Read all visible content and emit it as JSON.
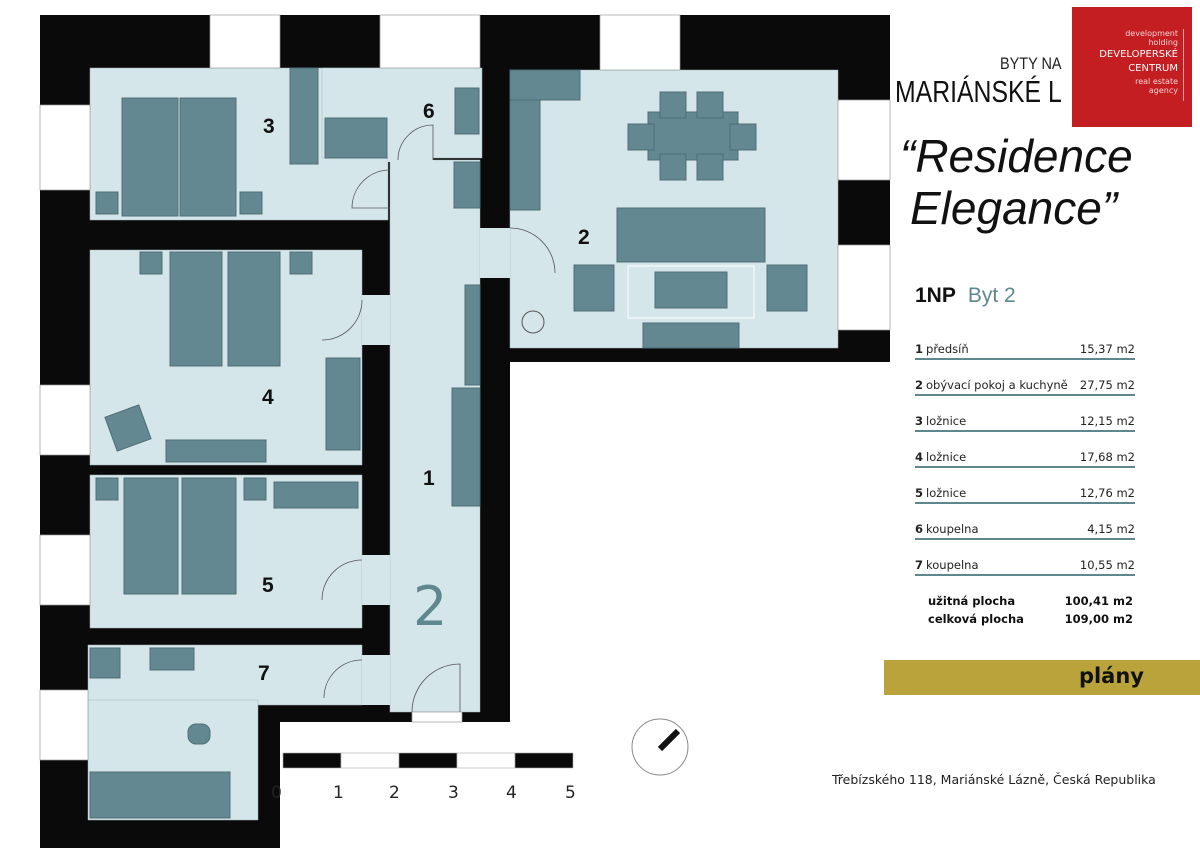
{
  "header": {
    "line1": "BYTY NA",
    "line2": "MARIÁNSKÉ L",
    "title_line1": "“Residence",
    "title_line2": "Elegance”"
  },
  "logo": {
    "line1": "development",
    "line2": "holding",
    "line3": "DEVELOPERSKÉ",
    "line4": "CENTRUM",
    "line5": "real estate",
    "line6": "agency",
    "color": "#c41d22"
  },
  "floor": {
    "level": "1NP",
    "apartment": "Byt 2"
  },
  "rooms": [
    {
      "num": "1",
      "name": "předsíň",
      "area": "15,37 m2"
    },
    {
      "num": "2",
      "name": "obývací pokoj a kuchyně",
      "area": "27,75 m2"
    },
    {
      "num": "3",
      "name": "ložnice",
      "area": "12,15 m2"
    },
    {
      "num": "4",
      "name": "ložnice",
      "area": "17,68 m2"
    },
    {
      "num": "5",
      "name": "ložnice",
      "area": "12,76 m2"
    },
    {
      "num": "6",
      "name": "koupelna",
      "area": "4,15 m2"
    },
    {
      "num": "7",
      "name": "koupelna",
      "area": "10,55 m2"
    }
  ],
  "totals": {
    "usable_label": "užitná plocha",
    "usable_value": "100,41 m2",
    "total_label": "celková plocha",
    "total_value": "109,00 m2"
  },
  "plans_label": "plány",
  "address": "Třebízského 118, Mariánské Lázně, Česká Republika",
  "plan": {
    "apartment_number": "2",
    "scale_labels": [
      "0",
      "1",
      "2",
      "3",
      "4",
      "5"
    ]
  },
  "colors": {
    "room": "#d5e6ea",
    "furniture": "#648891",
    "wall": "#0a0a0a",
    "accent": "#b9a33a"
  }
}
